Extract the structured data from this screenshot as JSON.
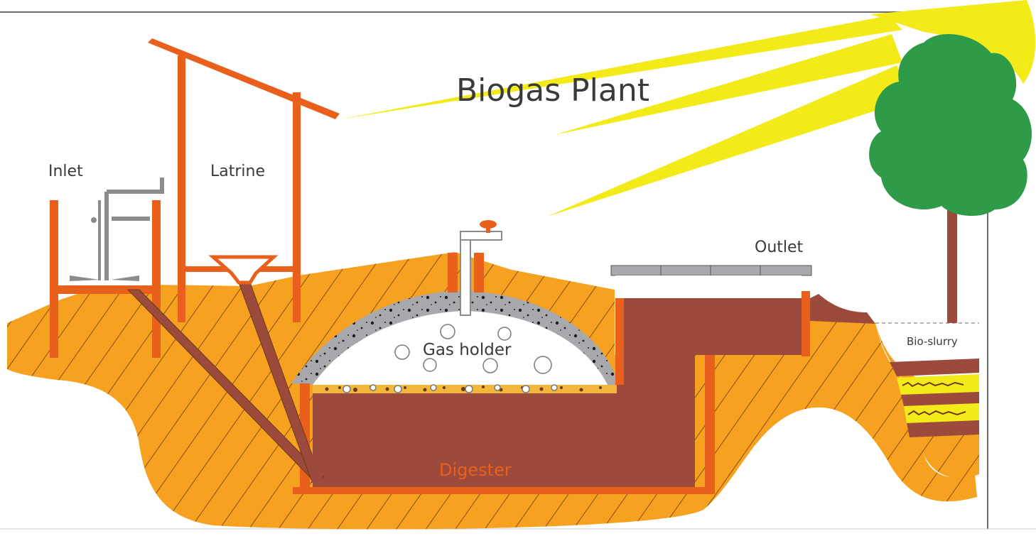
{
  "title": "Biogas Plant",
  "labels": {
    "inlet": "Inlet",
    "latrine": "Latrine",
    "gas_holder": "Gas holder",
    "outlet": "Outlet",
    "digester": "Digester",
    "bio_slurry": "Bio-slurry"
  },
  "colors": {
    "soil": "#f6a11f",
    "soil_lines": "#6b3a16",
    "slurry": "#9b4a3b",
    "wall": "#e8601c",
    "concrete": "#a7a9ac",
    "sun": "#f3ea1a",
    "tree_canopy": "#2e9b48",
    "tree_trunk": "#9b4a3b",
    "pipe_gray": "#8a8c8e",
    "scum": "#f2b63a"
  }
}
